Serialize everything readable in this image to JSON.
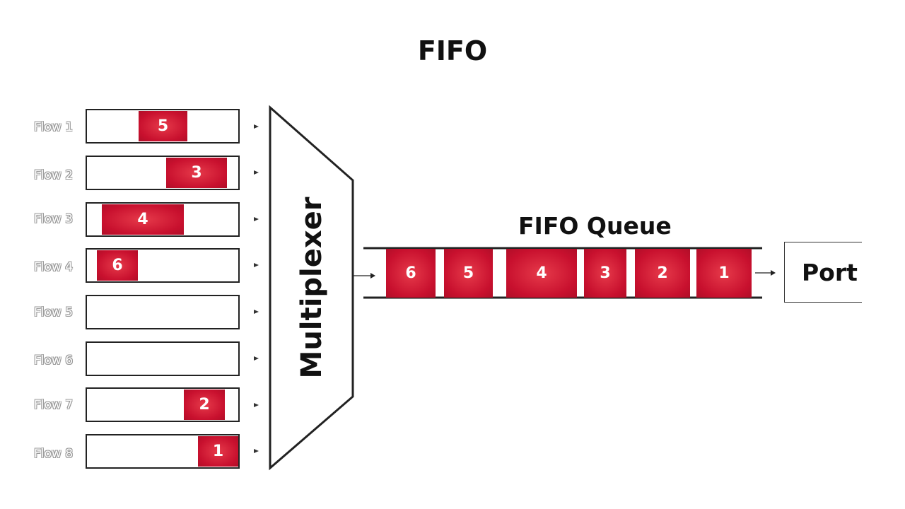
{
  "title": "FIFO",
  "multiplexer_label": "Multiplexer",
  "queue_title": "FIFO Queue",
  "port_label": "Port",
  "colors": {
    "packet": "#c8102e",
    "outline": "#222222"
  },
  "flows": [
    {
      "label": "Flow 1",
      "packet": "5"
    },
    {
      "label": "Flow 2",
      "packet": "3"
    },
    {
      "label": "Flow 3",
      "packet": "4"
    },
    {
      "label": "Flow 4",
      "packet": "6"
    },
    {
      "label": "Flow 5",
      "packet": ""
    },
    {
      "label": "Flow 6",
      "packet": ""
    },
    {
      "label": "Flow 7",
      "packet": "2"
    },
    {
      "label": "Flow 8",
      "packet": "1"
    }
  ],
  "queue": [
    "6",
    "5",
    "4",
    "3",
    "2",
    "1"
  ]
}
